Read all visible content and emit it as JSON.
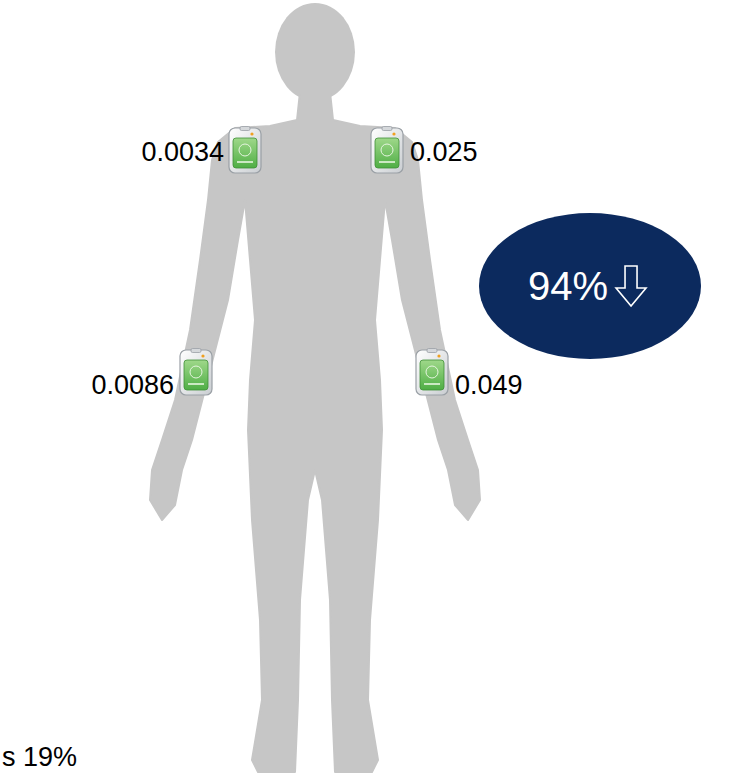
{
  "diagram": {
    "nodes": [
      {
        "text": [
          "94%"
        ]
      }
    ],
    "labels": [
      "0.0034",
      "0.025",
      "0.0086",
      "0.049",
      "s 19%"
    ]
  }
}
